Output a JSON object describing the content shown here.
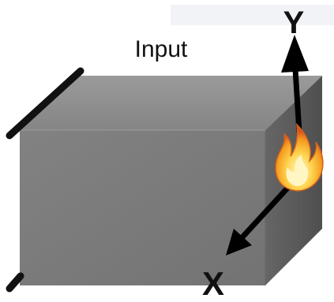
{
  "labels": {
    "input": "Input",
    "y_axis": "Y",
    "x_axis": "X"
  },
  "colors": {
    "box_front": "#7b7b7b",
    "box_top": "#8f8f8f",
    "box_side": "#585858",
    "edge_bar": "#111111",
    "arrow": "#000000",
    "flame_outer": "#f5a623",
    "flame_inner": "#fff3a0"
  },
  "icons": {
    "heat_source": "flame-icon"
  }
}
